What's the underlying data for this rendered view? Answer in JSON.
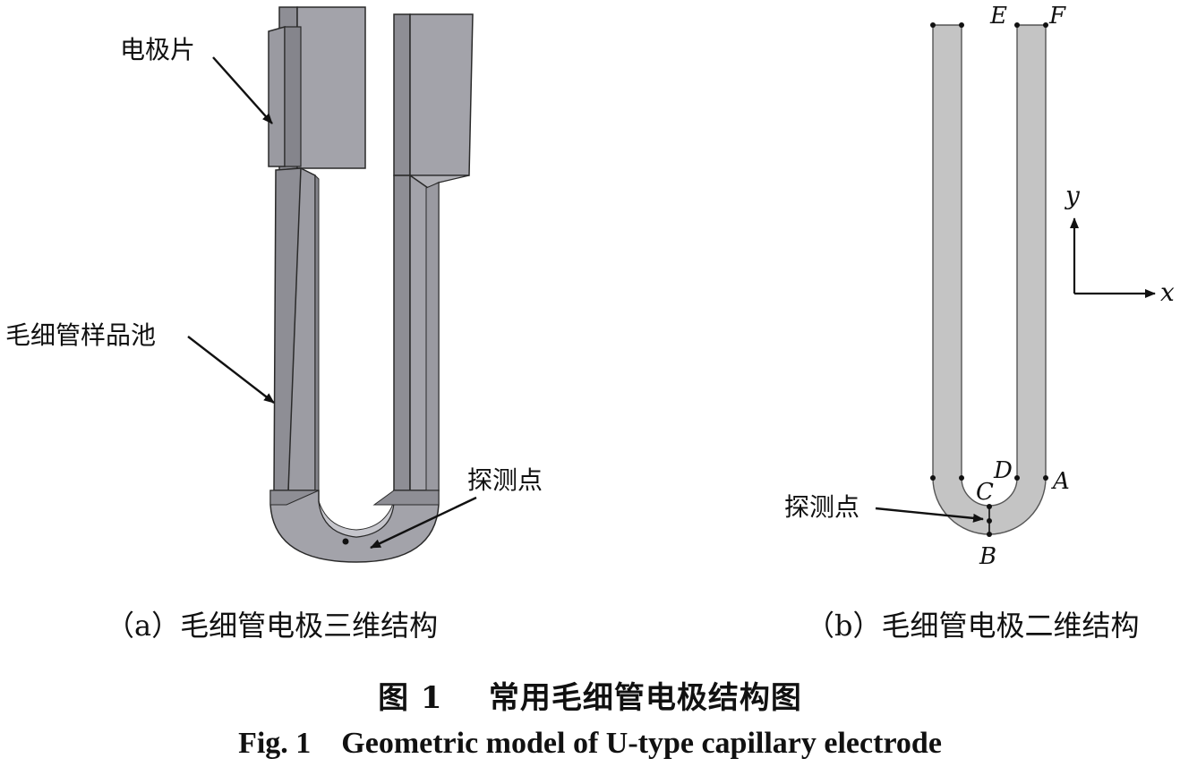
{
  "panel_a": {
    "label_electrode_plate": "电极片",
    "label_sample_cell": "毛细管样品池",
    "label_probe_point": "探测点",
    "caption": "（a）毛细管电极三维结构"
  },
  "panel_b": {
    "point_labels": {
      "A": "A",
      "B": "B",
      "C": "C",
      "D": "D",
      "E": "E",
      "F": "F"
    },
    "axis_x": "x",
    "axis_y": "y",
    "label_probe_point": "探测点",
    "caption": "（b）毛细管电极二维结构"
  },
  "figure_caption_cn": "图 1    常用毛细管电极结构图",
  "figure_caption_en": "Fig. 1    Geometric model of U-type capillary electrode",
  "colors": {
    "body_gray": "#9c9ca3",
    "face_light": "#a9a9b0",
    "face_dark": "#8e8e95",
    "panel_b_fill": "#c4c4c4",
    "outline": "#2a2a2a"
  }
}
